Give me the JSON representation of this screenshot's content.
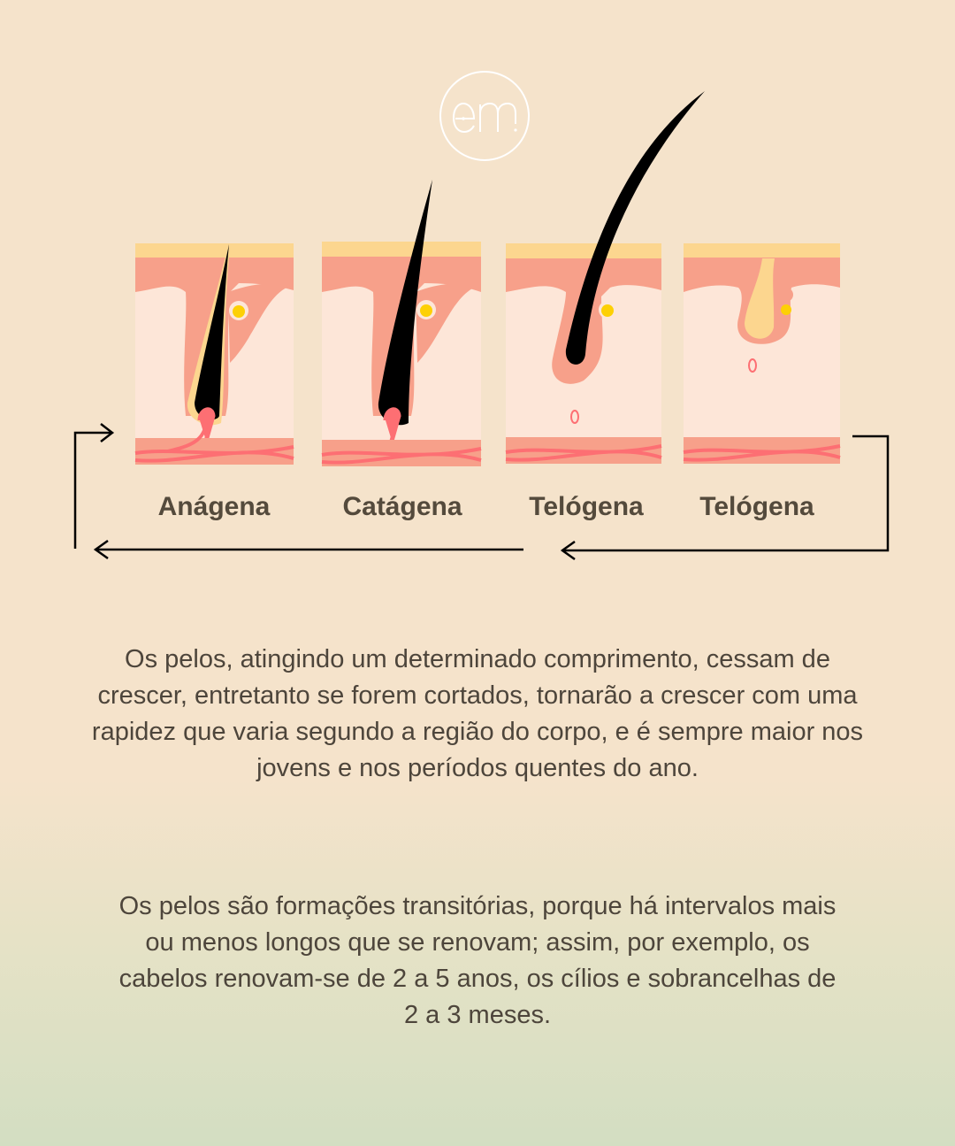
{
  "logo": {
    "text": "em!"
  },
  "diagram": {
    "stages": [
      {
        "label": "Anágena",
        "phase": "growth"
      },
      {
        "label": "Catágena",
        "phase": "transition"
      },
      {
        "label": "Telógena",
        "phase": "rest-hair"
      },
      {
        "label": "Telógena",
        "phase": "rest-empty"
      }
    ],
    "colors": {
      "epidermis": "#fcd68f",
      "dermis": "#f7a08a",
      "hypodermis": "#fde6d8",
      "vessel": "#fd6f73",
      "hair": "#000000",
      "gland": "#f7a08a",
      "gland_core": "#fdd005",
      "arrow": "#000000"
    }
  },
  "paragraphs": [
    "Os pelos, atingindo um determinado comprimento, cessam de crescer, entretanto se forem cortados, tornarão a crescer com uma rapidez que varia segundo a região do corpo, e é sempre maior nos jovens e nos períodos quentes do ano.",
    "Os pelos são formações transitórias, porque há intervalos mais ou menos longos que se renovam; assim, por exemplo, os cabelos renovam-se de 2 a 5 anos, os cílios e sobrancelhas de 2 a 3 meses."
  ]
}
